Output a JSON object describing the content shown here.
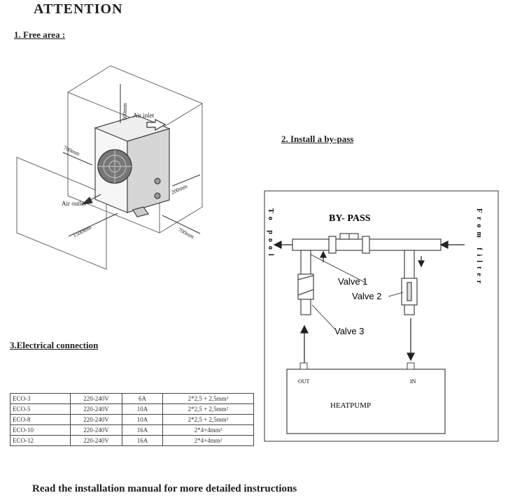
{
  "page": {
    "title": "ATTENTION",
    "footer": "Read the installation manual for more detailed instructions"
  },
  "section1": {
    "heading": "1. Free area :",
    "labels": {
      "air_inlet_top": "Air inlet",
      "air_outlet": "Air outlet",
      "dim_500": "500mm",
      "dim_700_left": "700mm",
      "dim_200": "200mm",
      "dim_700_bottom": "700mm",
      "dim_1500": "1500mm"
    }
  },
  "section2": {
    "heading": "2. Install a by-pass",
    "diagram": {
      "bypass": "BY- PASS",
      "to_pool": "To pool",
      "from_filter": "From filter",
      "valve1": "Valve 1",
      "valve2": "Valve 2",
      "valve3": "Valve 3",
      "out": "OUT",
      "in": "IN",
      "heatpump": "HEATPUMP"
    }
  },
  "section3": {
    "heading": "3.Electrical connection",
    "rows": [
      [
        "ECO-3",
        "220-240V",
        "6A",
        "2*2,5 + 2,5mm²"
      ],
      [
        "ECO-5",
        "220-240V",
        "10A",
        "2*2,5 + 2,5mm²"
      ],
      [
        "ECO-8",
        "220-240V",
        "10A",
        "2*2,5 + 2,5mm²"
      ],
      [
        "ECO-10",
        "220-240V",
        "16A",
        "2*4+4mm²"
      ],
      [
        "ECO-12",
        "220-240V",
        "16A",
        "2*4+4mm²"
      ]
    ]
  }
}
